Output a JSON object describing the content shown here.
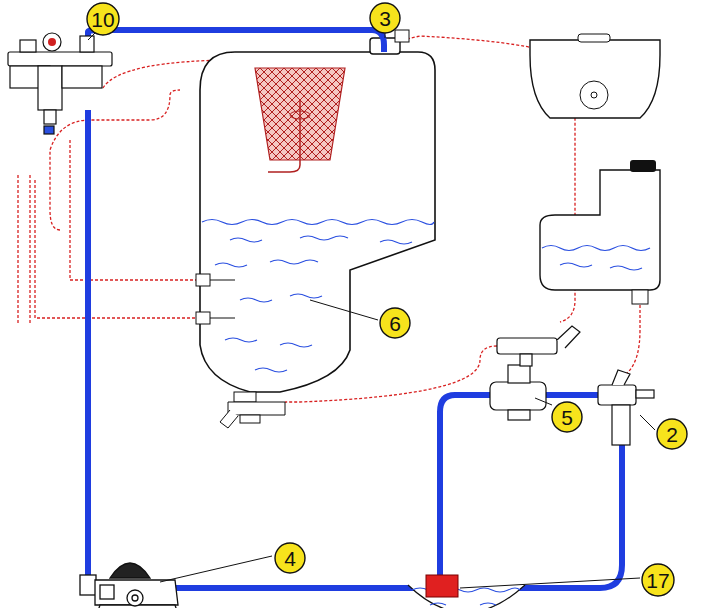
{
  "diagram": {
    "nodes": [
      {
        "text": [
          "3"
        ]
      },
      {
        "text": [
          "10"
        ]
      },
      {
        "text": [
          "6"
        ]
      },
      {
        "text": [
          "5"
        ]
      },
      {
        "text": [
          "2"
        ]
      },
      {
        "text": [
          "4"
        ]
      },
      {
        "text": [
          "17"
        ]
      }
    ]
  }
}
